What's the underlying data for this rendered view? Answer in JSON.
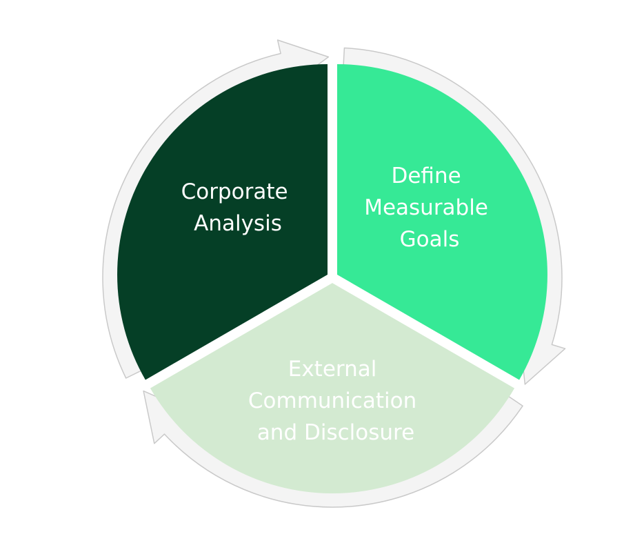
{
  "diagram": {
    "segments": [
      {
        "id": "corporate-analysis",
        "lines": [
          "Corporate",
          "Analysis"
        ],
        "fill": "#053f26",
        "text_color": "#ffffff"
      },
      {
        "id": "define-measurable-goals",
        "lines": [
          "Define",
          "Measurable",
          "Goals"
        ],
        "fill": "#36e996",
        "text_color": "#ffffff"
      },
      {
        "id": "external-communication",
        "lines": [
          "External",
          "Communication",
          "and Disclosure"
        ],
        "fill": "#d3ead1",
        "text_color": "#ffffff"
      }
    ],
    "arrow_fill": "#f4f4f4",
    "arrow_stroke": "#c9c9c9"
  }
}
